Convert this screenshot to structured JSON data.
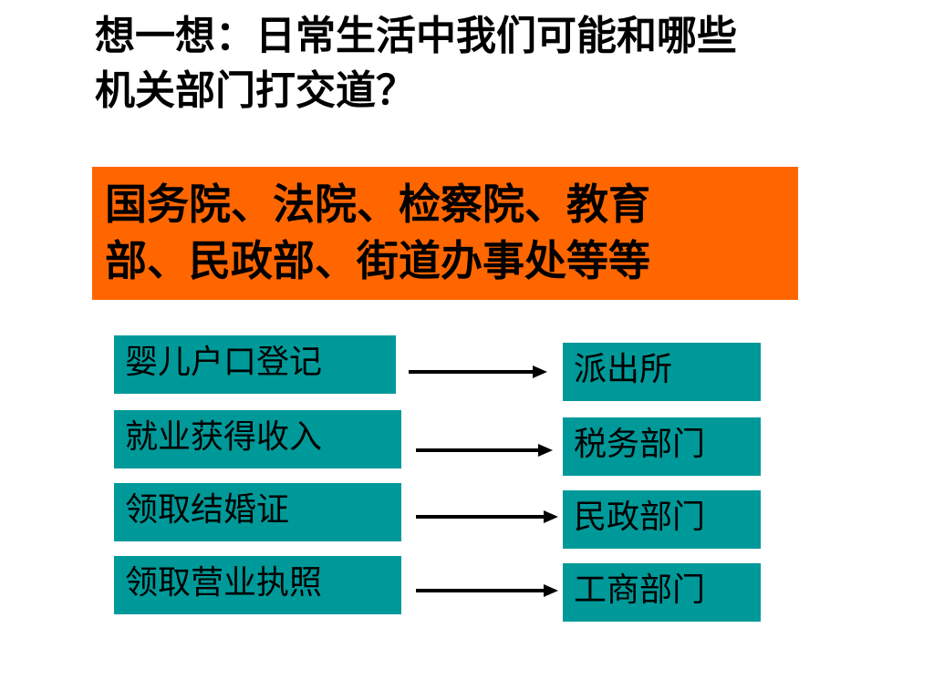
{
  "question": {
    "line1": "想一想：日常生活中我们可能和哪些",
    "line2": "机关部门打交道？"
  },
  "orange_box": {
    "line1": "国务院、法院、检察院、教育",
    "line2": "部、民政部、街道办事处等等",
    "color": "#ff6600"
  },
  "box_color": "#009999",
  "pairs": [
    {
      "left": "婴儿户口登记",
      "right": "派出所"
    },
    {
      "left": "就业获得收入",
      "right": "税务部门"
    },
    {
      "left": "领取结婚证",
      "right": "民政部门"
    },
    {
      "left": "领取营业执照",
      "right": "工商部门"
    }
  ]
}
